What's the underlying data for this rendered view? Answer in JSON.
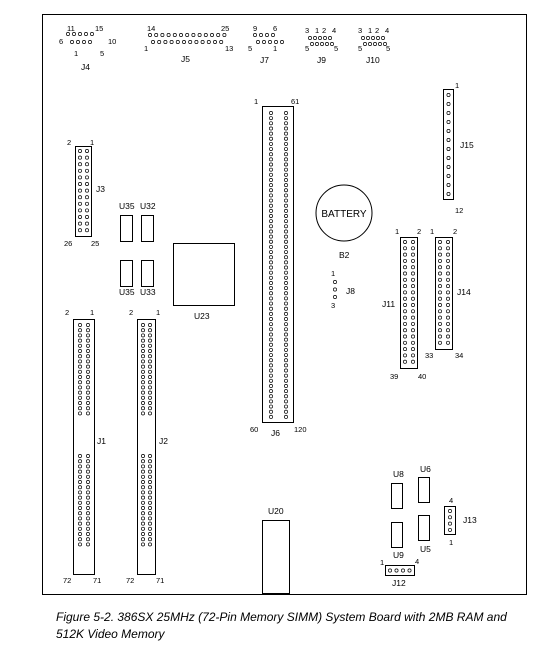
{
  "caption": "Figure   5-2.  386SX 25MHz (72-Pin Memory SIMM) System Board with 2MB RAM and 512K Video Memory",
  "components": {
    "J4": {
      "name": "J4",
      "pins": {
        "tl": "11",
        "tr": "15",
        "l": "6",
        "r": "10",
        "bl": "1",
        "br": "5"
      }
    },
    "J5": {
      "name": "J5",
      "pins": {
        "tl": "14",
        "tr": "25",
        "bl": "1",
        "br": "13"
      }
    },
    "J7": {
      "name": "J7",
      "pins": {
        "tl": "9",
        "tr": "6",
        "bl": "5",
        "br": "1"
      }
    },
    "J9": {
      "name": "J9",
      "pins": {
        "tl": "3",
        "t2": "1",
        "t3": "2",
        "t4": "4",
        "bl": "5",
        "br": "5"
      }
    },
    "J10": {
      "name": "J10",
      "pins": {
        "tl": "3",
        "t2": "1",
        "t3": "2",
        "t4": "4",
        "bl": "5",
        "br": "5"
      }
    },
    "J3": {
      "name": "J3",
      "pins": {
        "tl": "2",
        "tr": "1",
        "bl": "26",
        "br": "25"
      }
    },
    "U35a": {
      "name": "U35"
    },
    "U32": {
      "name": "U32"
    },
    "U35b": {
      "name": "U35"
    },
    "U33": {
      "name": "U33"
    },
    "U23": {
      "name": "U23"
    },
    "J6": {
      "name": "J6",
      "pins": {
        "tl": "1",
        "tr": "61",
        "bl": "60",
        "br": "120"
      }
    },
    "battery": {
      "label": "BATTERY",
      "name": "B2"
    },
    "J8": {
      "name": "J8",
      "pins": {
        "t": "1",
        "b": "3"
      }
    },
    "J15": {
      "name": "J15",
      "pins": {
        "t": "1",
        "b": "12"
      }
    },
    "J11": {
      "name": "J11",
      "pins": {
        "tl": "1",
        "tr": "2",
        "bl": "39",
        "br": "40"
      }
    },
    "J14": {
      "name": "J14",
      "pins": {
        "tl": "1",
        "tr": "2",
        "bl": "33",
        "br": "34"
      }
    },
    "J1": {
      "name": "J1",
      "pins": {
        "tl": "2",
        "tr": "1",
        "bl": "72",
        "br": "71"
      }
    },
    "J2": {
      "name": "J2",
      "pins": {
        "tl": "2",
        "tr": "1",
        "bl": "72",
        "br": "71"
      }
    },
    "U20": {
      "name": "U20"
    },
    "U8": {
      "name": "U8"
    },
    "U6": {
      "name": "U6"
    },
    "U9": {
      "name": "U9"
    },
    "U5": {
      "name": "U5"
    },
    "J13": {
      "name": "J13",
      "pins": {
        "t": "4",
        "b": "1"
      }
    },
    "J12": {
      "name": "J12",
      "pins": {
        "l": "1",
        "r": "4"
      }
    }
  }
}
